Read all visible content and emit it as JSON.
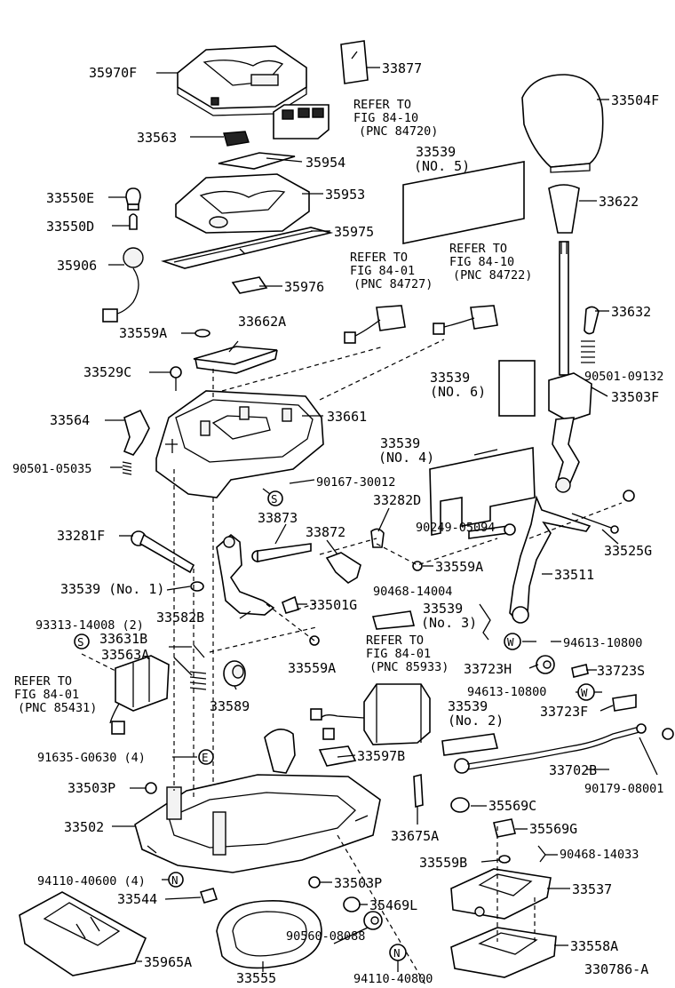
{
  "diagram_id": "330786-A",
  "notes": {
    "refer_84_10_a": [
      "REFER TO",
      "FIG 84-10",
      "(PNC 84720)"
    ],
    "refer_84_01_b": [
      "REFER TO",
      "FIG 84-01",
      "(PNC 84727)"
    ],
    "refer_84_10_c": [
      "REFER TO",
      "FIG 84-10",
      "(PNC 84722)"
    ],
    "refer_84_01_d": [
      "REFER TO",
      "FIG 84-01",
      "(PNC 85431)"
    ],
    "refer_84_01_e": [
      "REFER TO",
      "FIG 84-01",
      "(PNC 85933)"
    ]
  },
  "parts": {
    "p35970F": "35970F",
    "p33877": "33877",
    "p33504F": "33504F",
    "p33563": "33563",
    "p35954": "35954",
    "p33539_no5": [
      "33539",
      "(NO. 5)"
    ],
    "p33550E": "33550E",
    "p35953": "35953",
    "p33622": "33622",
    "p33550D": "33550D",
    "p35975": "35975",
    "p35906": "35906",
    "p35976": "35976",
    "p33632": "33632",
    "p33559A_1": "33559A",
    "p33662A": "33662A",
    "p33529C": "33529C",
    "p33539_no6": [
      "33539",
      "(NO. 6)"
    ],
    "p90501_09132": "90501-09132",
    "p33503F": "33503F",
    "p33564": "33564",
    "p33661": "33661",
    "p33539_no4": [
      "33539",
      "(NO. 4)"
    ],
    "p90501_05035": "90501-05035",
    "p90167_30012": "90167-30012",
    "p33873": "33873",
    "p33282D": "33282D",
    "p33281F": "33281F",
    "p33872": "33872",
    "p90249_05094": "90249-05094",
    "p33525G": "33525G",
    "p33559A_2": "33559A",
    "p33511": "33511",
    "p33539_no1": "33539 (No. 1)",
    "p90468_14004": "90468-14004",
    "p33539_no3": [
      "33539",
      "(No. 3)"
    ],
    "p33582B": "33582B",
    "p33501G": "33501G",
    "p93313_14008": "93313-14008 (2)",
    "p33631B": "33631B",
    "p94613_10800_a": "94613-10800",
    "p33563A": "33563A",
    "p33559A_3": "33559A",
    "p33723H": "33723H",
    "p33723S": "33723S",
    "p94613_10800_b": "94613-10800",
    "p33589": "33589",
    "p33723F": "33723F",
    "p33539_no2": [
      "33539",
      "(No. 2)"
    ],
    "p91635_G0630": "91635-G0630 (4)",
    "p33597B": "33597B",
    "p33702B": "33702B",
    "p90179_08001": "90179-08001",
    "p33503P_1": "33503P",
    "p35569C": "35569C",
    "p33502": "33502",
    "p33675A": "33675A",
    "p35569G": "35569G",
    "p90468_14033": "90468-14033",
    "p33559B": "33559B",
    "p94110_40600": "94110-40600 (4)",
    "p33537": "33537",
    "p33503P_2": "33503P",
    "p33544": "33544",
    "p35469L": "35469L",
    "p90560_08088": "90560-08088",
    "p33558A": "33558A",
    "p35965A": "35965A",
    "p33555": "33555",
    "p94110_40800": "94110-40800"
  },
  "symbols": {
    "s": "S",
    "w": "W",
    "n": "N",
    "e": "E"
  }
}
